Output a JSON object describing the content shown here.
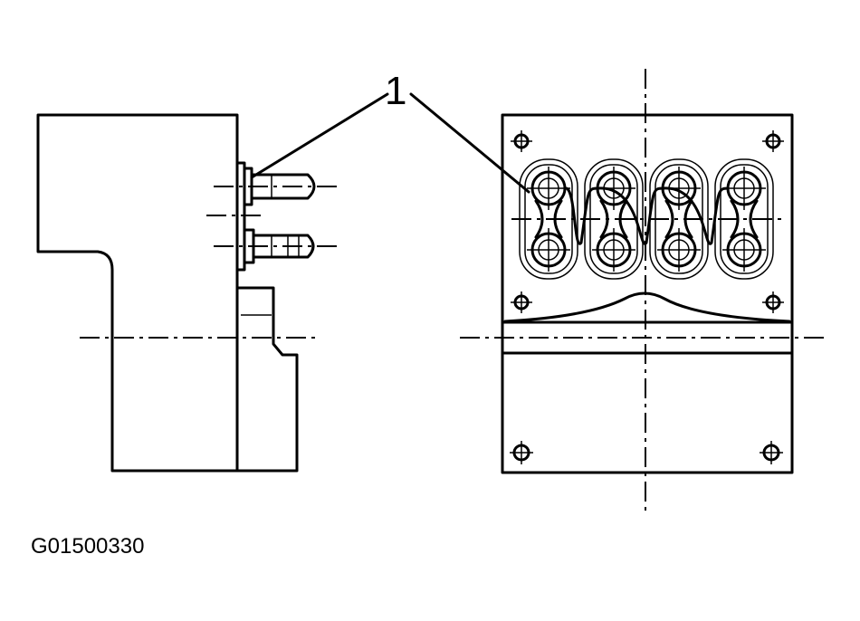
{
  "callout": {
    "number": "1"
  },
  "figure_code": "G01500330",
  "colors": {
    "ink": "#000000",
    "background": "#ffffff"
  },
  "views": [
    "side-view",
    "front-view"
  ]
}
